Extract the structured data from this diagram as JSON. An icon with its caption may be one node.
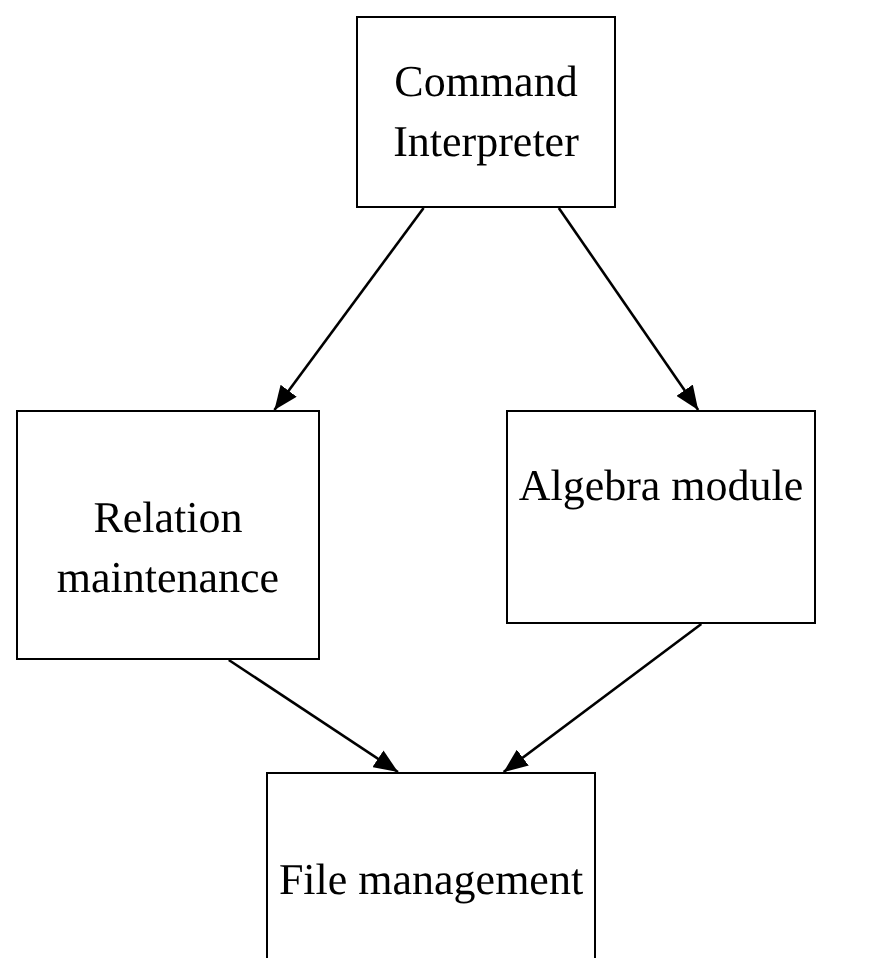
{
  "diagram": {
    "nodes": [
      {
        "text": [
          "Command Interpreter"
        ]
      },
      {
        "text": [
          "Relation maintenance"
        ]
      },
      {
        "text": [
          "Algebra module"
        ]
      },
      {
        "text": [
          "File management"
        ]
      }
    ],
    "edges": [
      {
        "from": 0,
        "to": 1,
        "arrow": "to"
      },
      {
        "from": 0,
        "to": 2,
        "arrow": "to"
      },
      {
        "from": 1,
        "to": 3,
        "arrow": "to"
      },
      {
        "from": 2,
        "to": 3,
        "arrow": "to"
      }
    ]
  }
}
